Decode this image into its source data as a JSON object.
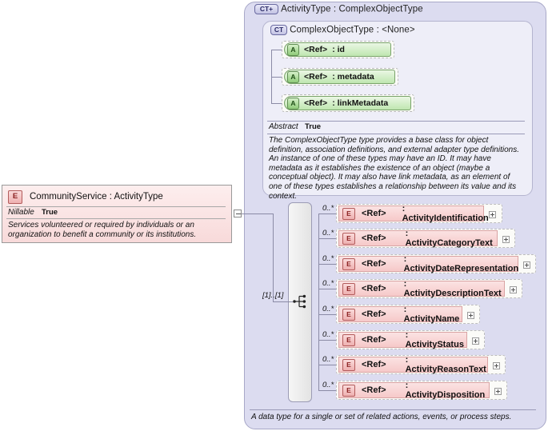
{
  "left_element": {
    "badge": "E",
    "title": "CommunityService : ActivityType",
    "property_label": "Nillable",
    "property_value": "True",
    "documentation": "Services volunteered or required by individuals or an organization to benefit a community or its institutions.",
    "collapse_icon": "minus-icon"
  },
  "container": {
    "badge": "CT+",
    "title": "ActivityType : ComplexObjectType",
    "footer_documentation": "A data type for a single or set of related actions, events, or process steps."
  },
  "inner_type": {
    "badge": "CT",
    "title": "ComplexObjectType : <None>",
    "abstract_label": "Abstract",
    "abstract_value": "True",
    "documentation": "The ComplexObjectType type provides a base class for object definition, association definitions, and external adapter type definitions. An instance of one of these types may have an ID. It may have metadata as it establishes the existence of an object (maybe a conceptual object). It may also have link metadata, as an element of one of these types establishes a relationship between its value and its context."
  },
  "attributes": [
    {
      "badge": "A",
      "ref": "<Ref>",
      "name": ": id"
    },
    {
      "badge": "A",
      "ref": "<Ref>",
      "name": ": metadata"
    },
    {
      "badge": "A",
      "ref": "<Ref>",
      "name": ": linkMetadata"
    }
  ],
  "compositor": {
    "type": "sequence",
    "icon": "sequence-icon",
    "cardinality": "[1]..[1]"
  },
  "elements": [
    {
      "badge": "E",
      "ref": "<Ref>",
      "name": ": ActivityIdentification",
      "cardinality": "0..*",
      "expand_icon": "plus-icon"
    },
    {
      "badge": "E",
      "ref": "<Ref>",
      "name": ": ActivityCategoryText",
      "cardinality": "0..*",
      "expand_icon": "plus-icon"
    },
    {
      "badge": "E",
      "ref": "<Ref>",
      "name": ": ActivityDateRepresentation",
      "cardinality": "0..*",
      "expand_icon": "plus-icon"
    },
    {
      "badge": "E",
      "ref": "<Ref>",
      "name": ": ActivityDescriptionText",
      "cardinality": "0..*",
      "expand_icon": "plus-icon"
    },
    {
      "badge": "E",
      "ref": "<Ref>",
      "name": ": ActivityName",
      "cardinality": "0..*",
      "expand_icon": "plus-icon"
    },
    {
      "badge": "E",
      "ref": "<Ref>",
      "name": ": ActivityStatus",
      "cardinality": "0..*",
      "expand_icon": "plus-icon"
    },
    {
      "badge": "E",
      "ref": "<Ref>",
      "name": ": ActivityReasonText",
      "cardinality": "0..*",
      "expand_icon": "plus-icon"
    },
    {
      "badge": "E",
      "ref": "<Ref>",
      "name": ": ActivityDisposition",
      "cardinality": "0..*",
      "expand_icon": "plus-icon"
    }
  ],
  "colors": {
    "container_bg": "#dcdcf0",
    "inner_bg": "#eeeef8",
    "element_bg": "#f6c9c9",
    "attribute_bg": "#bfe6b0",
    "line": "#8b8ba6"
  }
}
